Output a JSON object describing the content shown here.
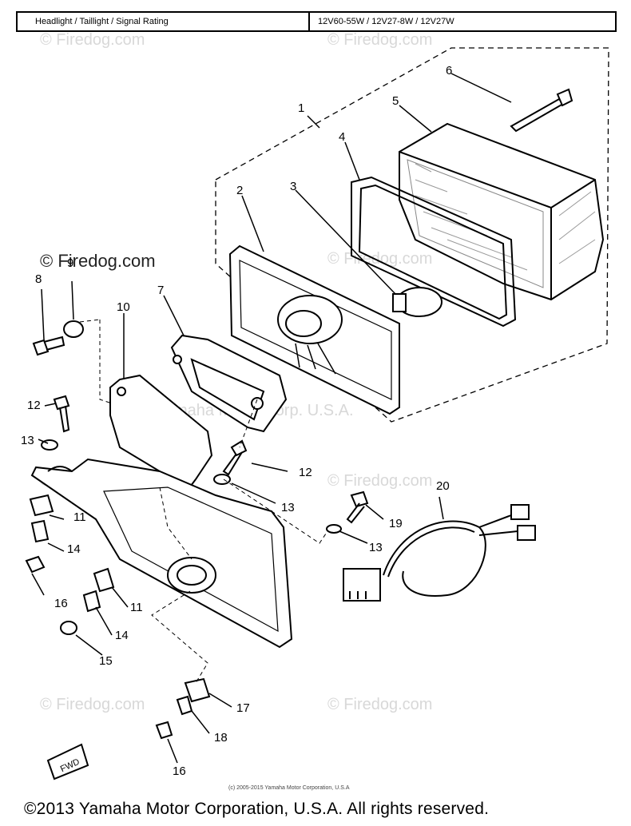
{
  "rating_table": {
    "label": "Headlight / Taillight / Signal Rating",
    "value": "12V60-55W / 12V27-8W / 12V27W"
  },
  "watermarks": {
    "firedog_dark": "© Firedog.com",
    "firedog": "© Firedog.com",
    "corp": "Yamaha Motor Corp. U.S.A."
  },
  "fwd_label": "FWD",
  "callouts": [
    {
      "name": "callout-1",
      "text": "1"
    },
    {
      "name": "callout-2",
      "text": "2"
    },
    {
      "name": "callout-3",
      "text": "3"
    },
    {
      "name": "callout-4",
      "text": "4"
    },
    {
      "name": "callout-5",
      "text": "5"
    },
    {
      "name": "callout-6",
      "text": "6"
    },
    {
      "name": "callout-7",
      "text": "7"
    },
    {
      "name": "callout-8",
      "text": "8"
    },
    {
      "name": "callout-9",
      "text": "9"
    },
    {
      "name": "callout-10",
      "text": "10"
    },
    {
      "name": "callout-12a",
      "text": "12"
    },
    {
      "name": "callout-13a",
      "text": "13"
    },
    {
      "name": "callout-11a",
      "text": "11"
    },
    {
      "name": "callout-14a",
      "text": "14"
    },
    {
      "name": "callout-16a",
      "text": "16"
    },
    {
      "name": "callout-12b",
      "text": "12"
    },
    {
      "name": "callout-13b",
      "text": "13"
    },
    {
      "name": "callout-20",
      "text": "20"
    },
    {
      "name": "callout-19",
      "text": "19"
    },
    {
      "name": "callout-13c",
      "text": "13"
    },
    {
      "name": "callout-11b",
      "text": "11"
    },
    {
      "name": "callout-14b",
      "text": "14"
    },
    {
      "name": "callout-15",
      "text": "15"
    },
    {
      "name": "callout-17",
      "text": "17"
    },
    {
      "name": "callout-18",
      "text": "18"
    },
    {
      "name": "callout-16b",
      "text": "16"
    }
  ],
  "copyright_small": "(c) 2005-2015 Yamaha Motor Corporation, U.S.A",
  "footer": "©2013 Yamaha Motor Corporation, U.S.A. All rights reserved."
}
